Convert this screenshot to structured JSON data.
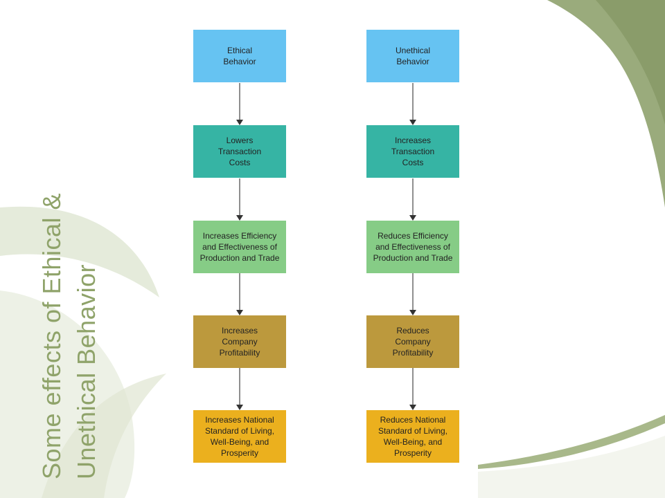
{
  "slide": {
    "title_line1": "Some effects of Ethical &",
    "title_line2": "Unethical Behavior"
  },
  "diagram": {
    "left_column": [
      "Ethical\nBehavior",
      "Lowers\nTransaction\nCosts",
      "Increases Efficiency\nand Effectiveness of\nProduction and Trade",
      "Increases\nCompany\nProfitability",
      "Increases National\nStandard of Living,\nWell-Being, and\nProsperity"
    ],
    "right_column": [
      "Unethical\nBehavior",
      "Increases\nTransaction\nCosts",
      "Reduces Efficiency\nand Effectiveness of\nProduction and Trade",
      "Reduces\nCompany\nProfitability",
      "Reduces National\nStandard of Living,\nWell-Being, and\nProsperity"
    ]
  },
  "colors": {
    "theme_green": "#8fa36a",
    "step_1": "#66c3f2",
    "step_2": "#36b4a4",
    "step_3": "#86cc86",
    "step_4": "#bc993d",
    "step_5": "#ebb01e"
  }
}
